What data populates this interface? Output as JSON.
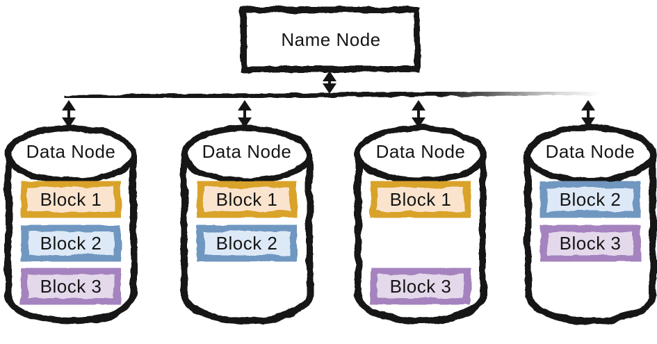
{
  "diagram": {
    "name_node": {
      "label": "Name Node"
    },
    "data_nodes": [
      {
        "label": "Data Node",
        "blocks": [
          {
            "label": "Block 1",
            "slot": 0
          },
          {
            "label": "Block 2",
            "slot": 1
          },
          {
            "label": "Block 3",
            "slot": 2
          }
        ]
      },
      {
        "label": "Data Node",
        "blocks": [
          {
            "label": "Block 1",
            "slot": 0
          },
          {
            "label": "Block 2",
            "slot": 1
          }
        ]
      },
      {
        "label": "Data Node",
        "blocks": [
          {
            "label": "Block 1",
            "slot": 0
          },
          {
            "label": "Block 3",
            "slot": 2
          }
        ]
      },
      {
        "label": "Data Node",
        "blocks": [
          {
            "label": "Block 2",
            "slot": 0
          },
          {
            "label": "Block 3",
            "slot": 1
          }
        ]
      }
    ],
    "block_styles": {
      "Block 1": {
        "fill": "#fbe4cd",
        "border": "#d9a32b"
      },
      "Block 2": {
        "fill": "#dde9f7",
        "border": "#6f97c0"
      },
      "Block 3": {
        "fill": "#e4d8eb",
        "border": "#a583bf"
      }
    },
    "colors": {
      "ink": "#151515",
      "background": "#ffffff"
    }
  }
}
